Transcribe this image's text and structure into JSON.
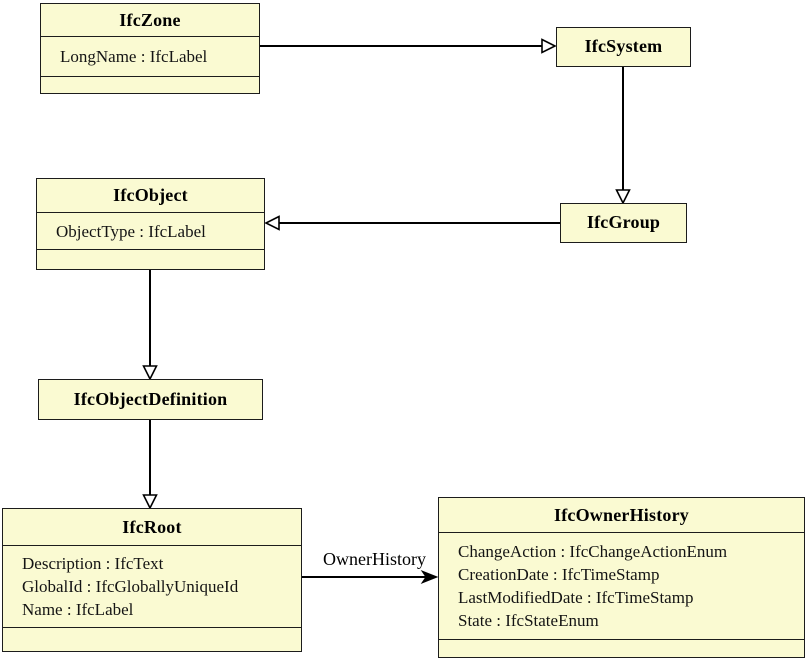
{
  "diagram": {
    "kind": "uml-class-diagram",
    "colors": {
      "box_fill": "#FAFAD2",
      "box_border": "#1c1c1c",
      "line": "#000000",
      "background": "#ffffff",
      "text": "#000000"
    },
    "classes": {
      "ifc_zone": {
        "name": "IfcZone",
        "attributes": [
          "LongName : IfcLabel"
        ]
      },
      "ifc_system": {
        "name": "IfcSystem",
        "attributes": []
      },
      "ifc_object": {
        "name": "IfcObject",
        "attributes": [
          "ObjectType : IfcLabel"
        ]
      },
      "ifc_group": {
        "name": "IfcGroup",
        "attributes": []
      },
      "ifc_object_definition": {
        "name": "IfcObjectDefinition",
        "attributes": []
      },
      "ifc_root": {
        "name": "IfcRoot",
        "attributes": [
          "Description : IfcText",
          "GlobalId : IfcGloballyUniqueId",
          "Name : IfcLabel"
        ]
      },
      "ifc_owner_history": {
        "name": "IfcOwnerHistory",
        "attributes": [
          "ChangeAction : IfcChangeActionEnum",
          "CreationDate : IfcTimeStamp",
          "LastModifiedDate : IfcTimeStamp",
          "State : IfcStateEnum"
        ]
      }
    },
    "relationships": [
      {
        "type": "generalization",
        "from": "IfcZone",
        "to": "IfcSystem"
      },
      {
        "type": "generalization",
        "from": "IfcSystem",
        "to": "IfcGroup"
      },
      {
        "type": "generalization",
        "from": "IfcGroup",
        "to": "IfcObject"
      },
      {
        "type": "generalization",
        "from": "IfcObject",
        "to": "IfcObjectDefinition"
      },
      {
        "type": "generalization",
        "from": "IfcObjectDefinition",
        "to": "IfcRoot"
      },
      {
        "type": "association",
        "from": "IfcRoot",
        "to": "IfcOwnerHistory",
        "label": "OwnerHistory"
      }
    ],
    "associations": {
      "root_to_owner_history": {
        "label": "OwnerHistory"
      }
    }
  }
}
